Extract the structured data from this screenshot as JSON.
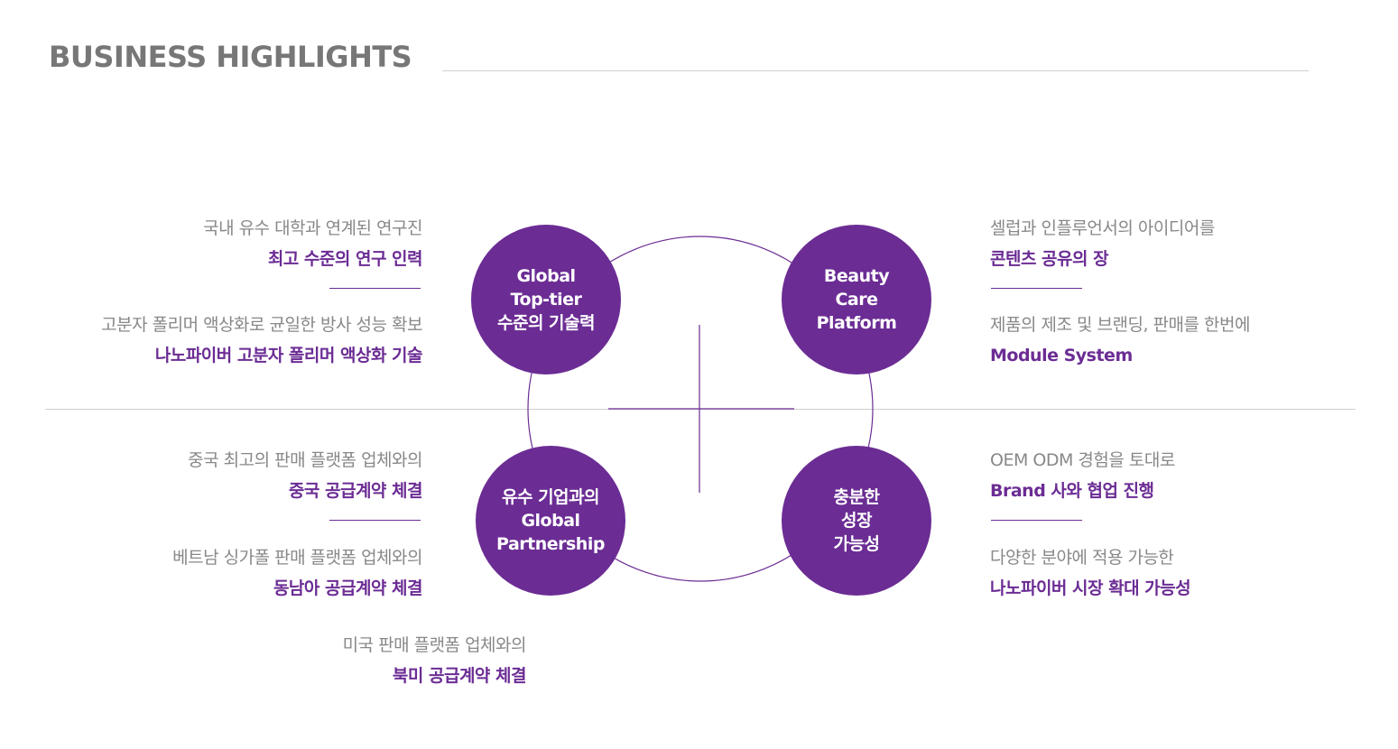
{
  "title": "BUSINESS HIGHLIGHTS",
  "colors": {
    "accent": "#6b2c94",
    "muted_text": "#888888",
    "rule": "#cfcfcf"
  },
  "circles": {
    "top_left": [
      "Global",
      "Top-tier",
      "수준의 기술력"
    ],
    "top_right": [
      "Beauty",
      "Care",
      "Platform"
    ],
    "bottom_left": [
      "유수 기업과의",
      "Global",
      "Partnership"
    ],
    "bottom_right": [
      "충분한",
      "성장",
      "가능성"
    ]
  },
  "left_top": [
    {
      "sub": "국내 유수 대학과 연계된 연구진",
      "main": "최고 수준의 연구 인력"
    },
    {
      "sub": "고분자 폴리머 액상화로 균일한 방사 성능 확보",
      "main": "나노파이버 고분자 폴리머 액상화 기술"
    }
  ],
  "right_top": [
    {
      "sub": "셀럽과 인플루언서의 아이디어를",
      "main": "콘텐츠 공유의 장"
    },
    {
      "sub": "제품의 제조 및 브랜딩, 판매를 한번에",
      "main": "Module System"
    }
  ],
  "left_bottom": [
    {
      "sub": "중국 최고의 판매 플랫폼 업체와의",
      "main": "중국 공급계약 체결"
    },
    {
      "sub": "베트남 싱가폴 판매 플랫폼 업체와의",
      "main": "동남아 공급계약 체결"
    }
  ],
  "right_bottom": [
    {
      "sub": "OEM ODM 경험을 토대로",
      "main": "Brand 사와 협업 진행"
    },
    {
      "sub": "다양한 분야에 적용 가능한",
      "main": "나노파이버 시장 확대 가능성"
    }
  ],
  "extra": {
    "sub": "미국 판매 플랫폼 업체와의",
    "main": "북미 공급계약 체결"
  }
}
